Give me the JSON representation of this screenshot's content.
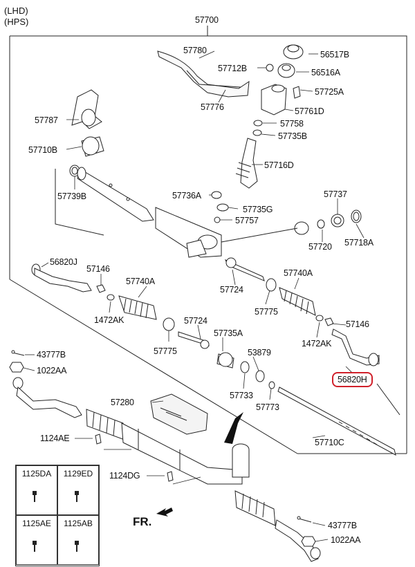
{
  "header": {
    "line1": "(LHD)",
    "line2": "(HPS)"
  },
  "top_part": "57700",
  "parts": {
    "p57780": "57780",
    "p57712B": "57712B",
    "p56517B": "56517B",
    "p56516A": "56516A",
    "p57725A": "57725A",
    "p57776": "57776",
    "p57761D": "57761D",
    "p57787": "57787",
    "p57758": "57758",
    "p57735B": "57735B",
    "p57710B": "57710B",
    "p57716D": "57716D",
    "p57739B": "57739B",
    "p57736A": "57736A",
    "p57737": "57737",
    "p57735G": "57735G",
    "p57757": "57757",
    "p57720": "57720",
    "p57718A": "57718A",
    "p56820J": "56820J",
    "p57146_left": "57146",
    "p57740A_left": "57740A",
    "p57724_upper": "57724",
    "p57740A_right": "57740A",
    "p1472AK_left": "1472AK",
    "p57775_right": "57775",
    "p57724_lower": "57724",
    "p57146_right": "57146",
    "p57775_left": "57775",
    "p57735A": "57735A",
    "p1472AK_right": "1472AK",
    "p43777B_top": "43777B",
    "p53879": "53879",
    "p1022AA_top": "1022AA",
    "p56820H": "56820H",
    "p57733": "57733",
    "p57773": "57773",
    "p57280": "57280",
    "p1124AE": "1124AE",
    "p57710C": "57710C",
    "p1124DG": "1124DG",
    "p43777B_bottom": "43777B",
    "p1022AA_bottom": "1022AA"
  },
  "bolt_table": [
    "1125DA",
    "1129ED",
    "1125AE",
    "1125AB"
  ],
  "direction_label": "FR.",
  "highlight_color": "#d0202a"
}
